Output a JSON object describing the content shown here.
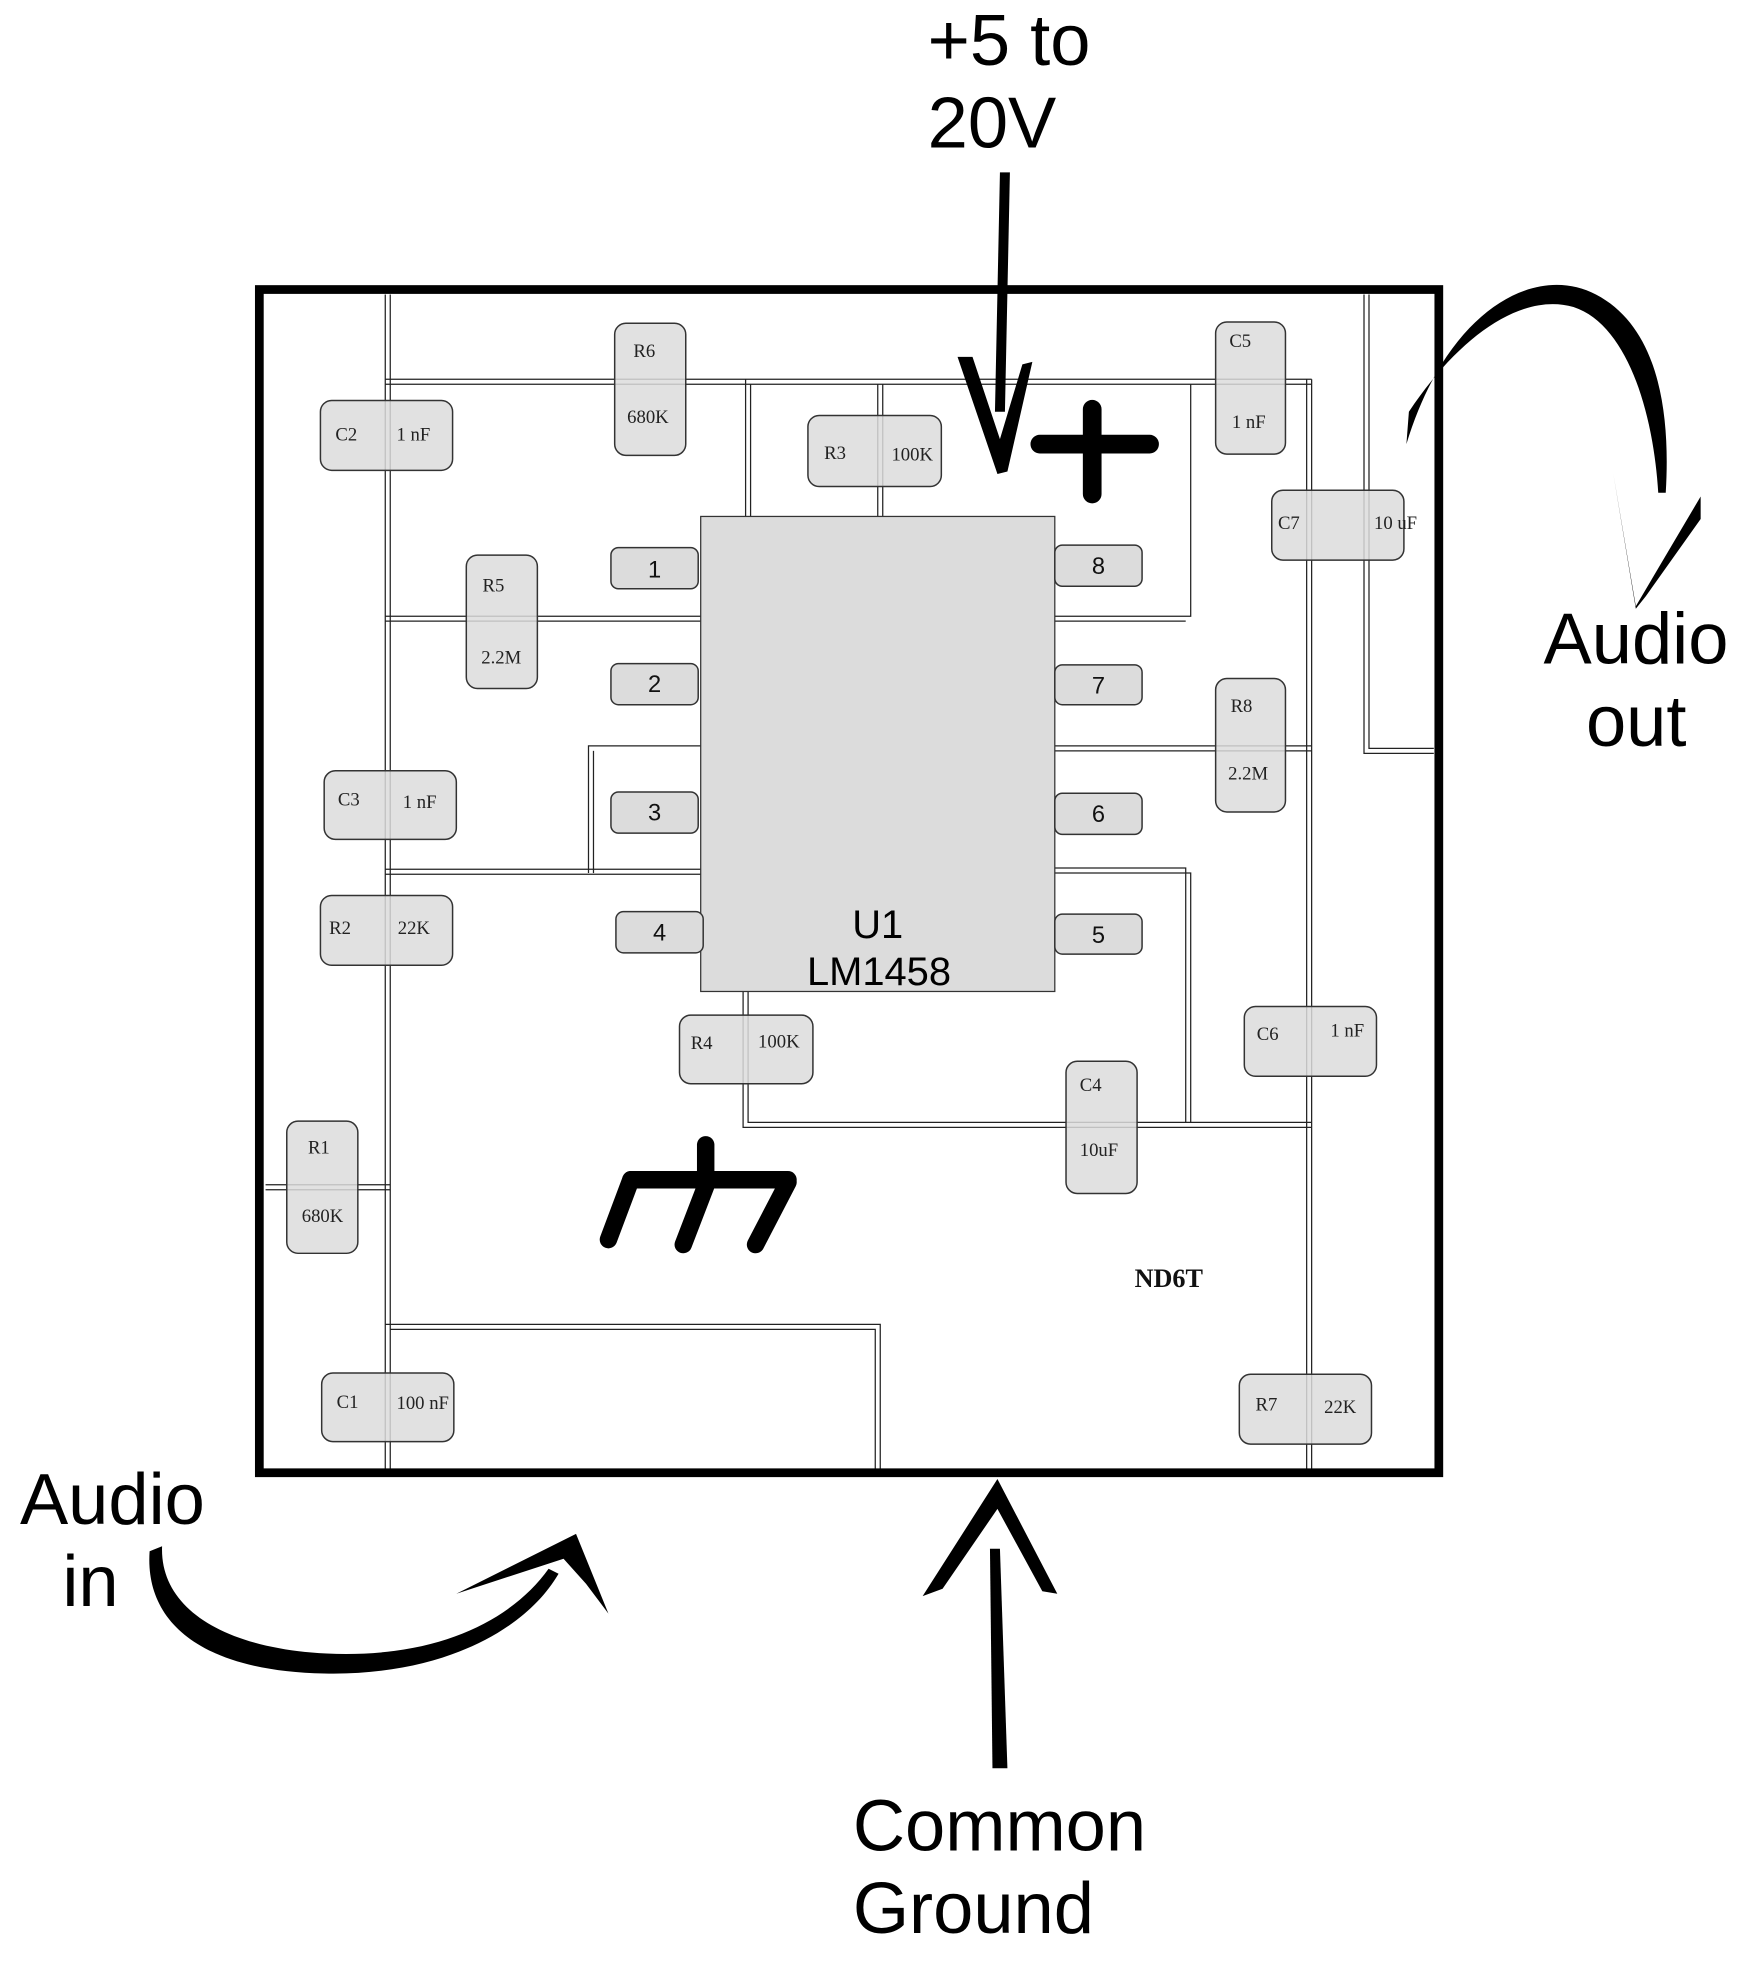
{
  "labels": {
    "supply": [
      "+5 to",
      "20V"
    ],
    "audio_out": [
      "Audio",
      "out"
    ],
    "audio_in": [
      "Audio",
      "in"
    ],
    "ground": [
      "Common",
      "Ground"
    ],
    "signature": "ND6T"
  },
  "chip": {
    "ref": "U1",
    "part": "LM1458"
  },
  "pins": [
    "1",
    "2",
    "3",
    "4",
    "5",
    "6",
    "7",
    "8"
  ],
  "components": [
    {
      "ref": "C1",
      "value": "100 nF"
    },
    {
      "ref": "C2",
      "value": "1 nF"
    },
    {
      "ref": "C3",
      "value": "1 nF"
    },
    {
      "ref": "C4",
      "value": "10uF"
    },
    {
      "ref": "C5",
      "value": "1 nF"
    },
    {
      "ref": "C6",
      "value": "1 nF"
    },
    {
      "ref": "C7",
      "value": "10 uF"
    },
    {
      "ref": "R1",
      "value": "680K"
    },
    {
      "ref": "R2",
      "value": "22K"
    },
    {
      "ref": "R3",
      "value": "100K"
    },
    {
      "ref": "R4",
      "value": "100K"
    },
    {
      "ref": "R5",
      "value": "2.2M"
    },
    {
      "ref": "R6",
      "value": "680K"
    },
    {
      "ref": "R7",
      "value": "22K"
    },
    {
      "ref": "R8",
      "value": "2.2M"
    }
  ]
}
